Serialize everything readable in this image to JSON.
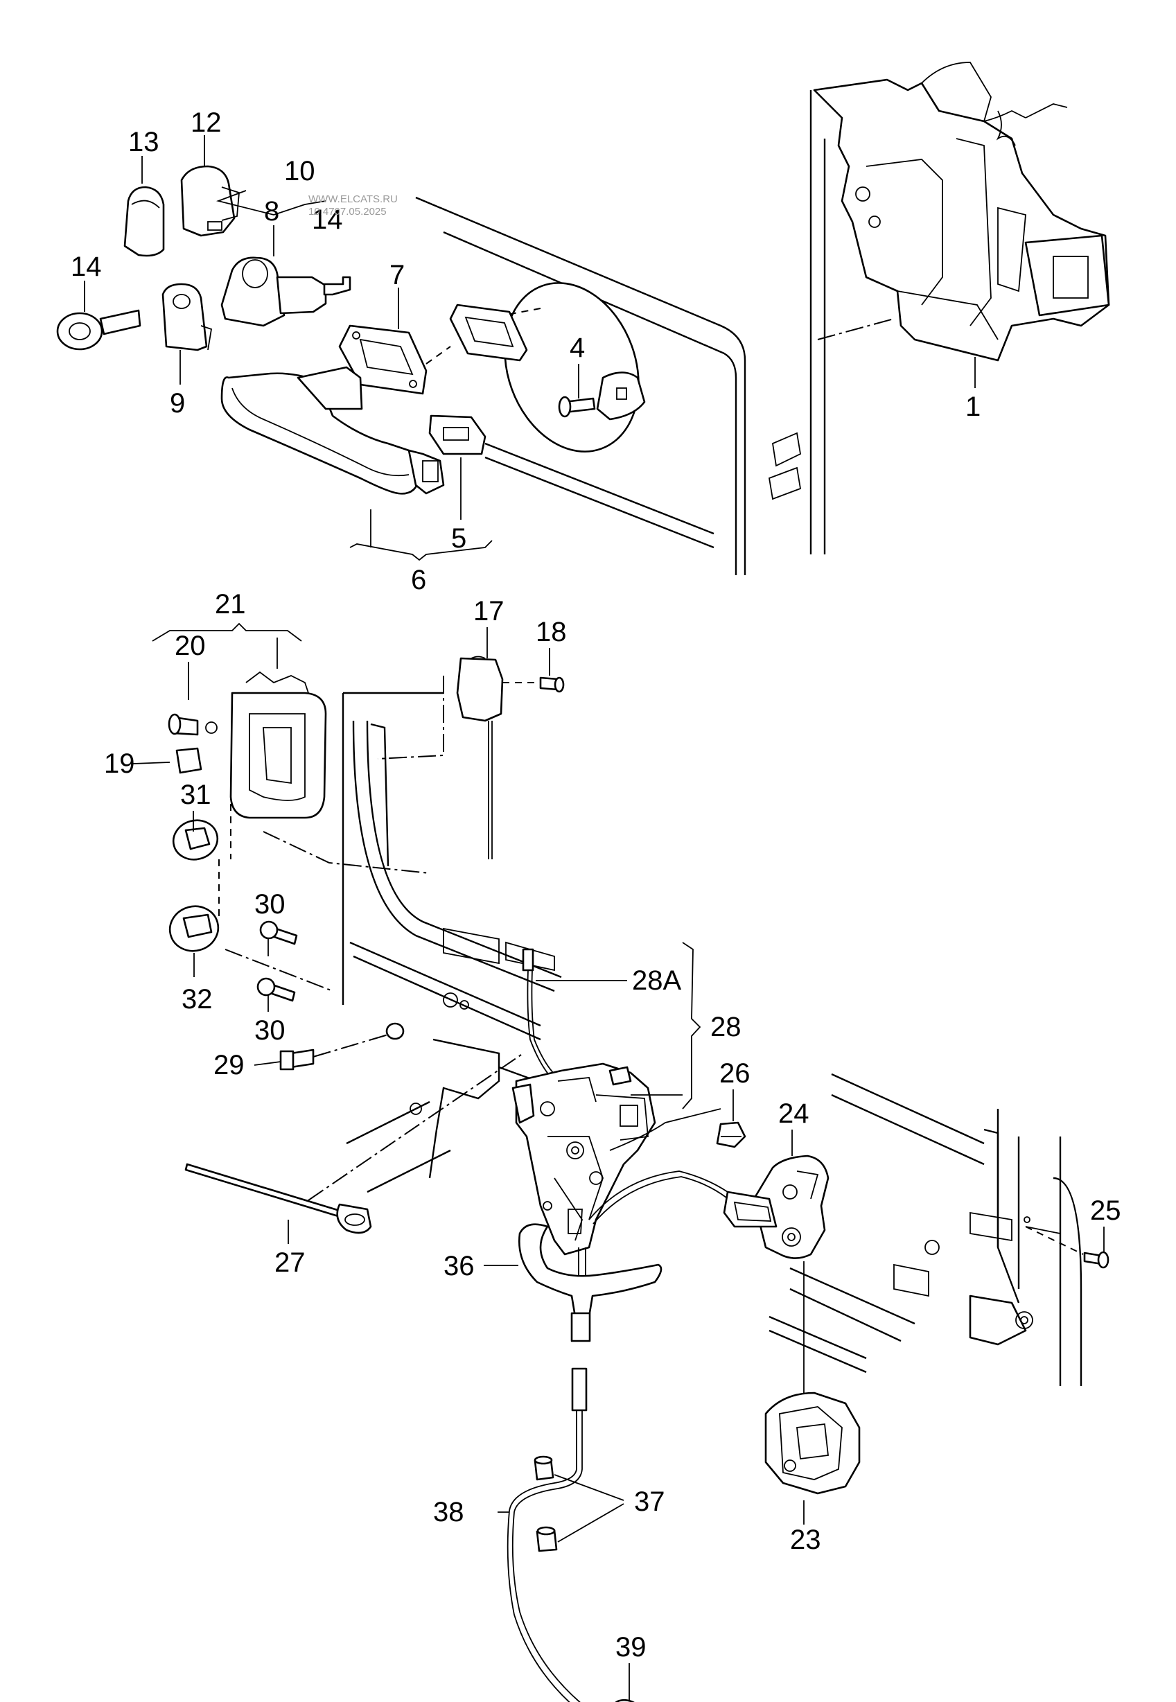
{
  "watermark": {
    "line1": "WWW.ELCATS.RU",
    "line2": "10.4707.05.2025"
  },
  "callouts": [
    {
      "id": "c1",
      "label": "1"
    },
    {
      "id": "c4",
      "label": "4"
    },
    {
      "id": "c5",
      "label": "5"
    },
    {
      "id": "c6",
      "label": "6"
    },
    {
      "id": "c7",
      "label": "7"
    },
    {
      "id": "c8",
      "label": "8"
    },
    {
      "id": "c9",
      "label": "9"
    },
    {
      "id": "c10",
      "label": "10"
    },
    {
      "id": "c12",
      "label": "12"
    },
    {
      "id": "c13",
      "label": "13"
    },
    {
      "id": "c14a",
      "label": "14"
    },
    {
      "id": "c14b",
      "label": "14"
    },
    {
      "id": "c17",
      "label": "17"
    },
    {
      "id": "c18",
      "label": "18"
    },
    {
      "id": "c19",
      "label": "19"
    },
    {
      "id": "c20",
      "label": "20"
    },
    {
      "id": "c21",
      "label": "21"
    },
    {
      "id": "c23",
      "label": "23"
    },
    {
      "id": "c24",
      "label": "24"
    },
    {
      "id": "c25",
      "label": "25"
    },
    {
      "id": "c26",
      "label": "26"
    },
    {
      "id": "c27",
      "label": "27"
    },
    {
      "id": "c28",
      "label": "28"
    },
    {
      "id": "c28A",
      "label": "28A"
    },
    {
      "id": "c29",
      "label": "29"
    },
    {
      "id": "c30a",
      "label": "30"
    },
    {
      "id": "c30b",
      "label": "30"
    },
    {
      "id": "c31",
      "label": "31"
    },
    {
      "id": "c32",
      "label": "32"
    },
    {
      "id": "c36",
      "label": "36"
    },
    {
      "id": "c37",
      "label": "37"
    },
    {
      "id": "c38",
      "label": "38"
    },
    {
      "id": "c39",
      "label": "39"
    }
  ]
}
